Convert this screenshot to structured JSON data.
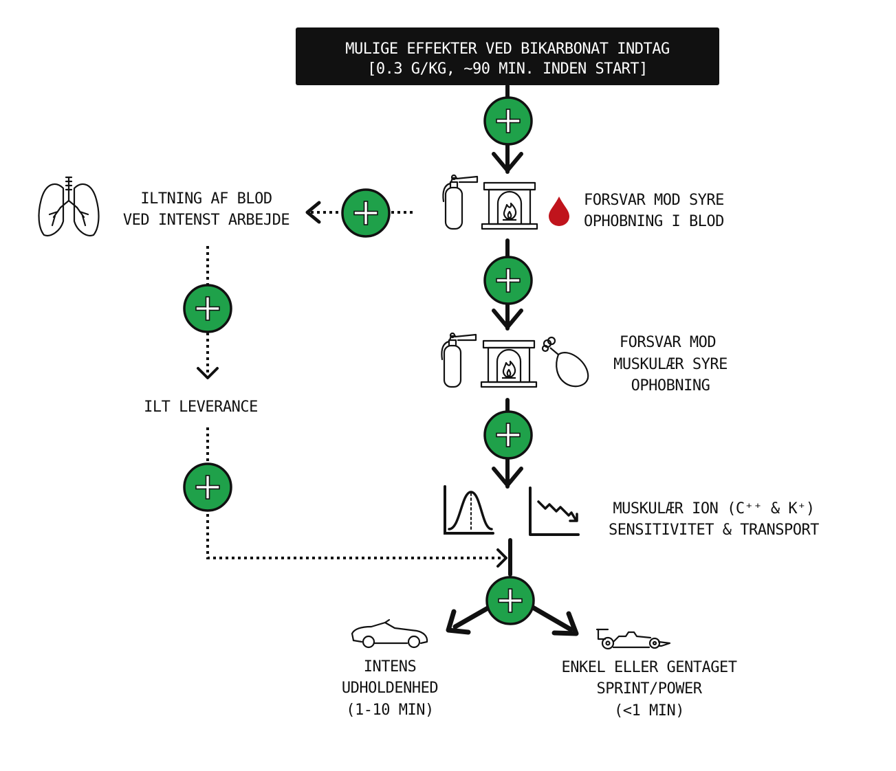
{
  "colors": {
    "plus_fill": "#1fa14a",
    "line": "#111111",
    "header_bg": "#111111",
    "header_text": "#ffffff",
    "blood_drop": "#c0141c"
  },
  "header": {
    "line1": "MULIGE EFFEKTER VED BIKARBONAT INDTAG",
    "line2": "[0.3 G/KG, ~90 MIN. INDEN START]"
  },
  "nodes": {
    "blood_buffer": {
      "line1": "FORSVAR MOD SYRE",
      "line2": "OPHOBNING I BLOD",
      "icons": [
        "fire-extinguisher-icon",
        "fireplace-icon",
        "blood-drop-icon"
      ]
    },
    "muscle_buffer": {
      "line1": "FORSVAR MOD",
      "line2": "MUSKULÆR SYRE",
      "line3": "OPHOBNING",
      "icons": [
        "fire-extinguisher-icon",
        "fireplace-icon",
        "drumstick-icon"
      ]
    },
    "ion_transport": {
      "line1": "MUSKULÆR ION (C⁺⁺ & K⁺)",
      "line2": "SENSITIVITET & TRANSPORT",
      "icons": [
        "bell-curve-chart-icon",
        "declining-chart-icon"
      ]
    },
    "oxygenation": {
      "line1": "ILTNING AF BLOD",
      "line2": "VED INTENST ARBEJDE",
      "icons": [
        "lungs-icon"
      ]
    },
    "oxygen_delivery": {
      "line1": "ILT LEVERANCE"
    },
    "endurance": {
      "line1": "INTENS",
      "line2": "UDHOLDENHED",
      "line3": "(1-10 MIN)",
      "icons": [
        "convertible-car-icon"
      ]
    },
    "sprint": {
      "line1": "ENKEL ELLER GENTAGET",
      "line2": "SPRINT/POWER",
      "line3": "(<1 MIN)",
      "icons": [
        "race-car-icon"
      ]
    }
  },
  "plus_symbol": "+"
}
